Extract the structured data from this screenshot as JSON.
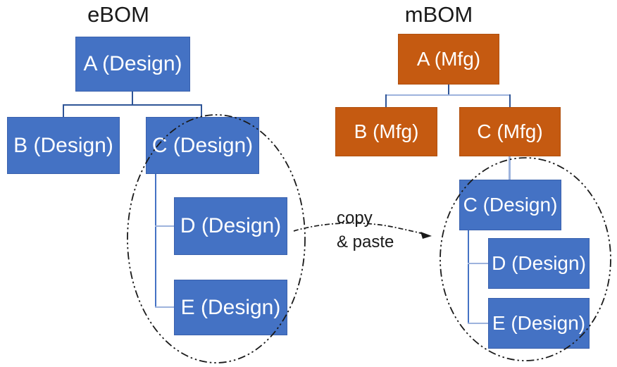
{
  "ebom": {
    "title": "eBOM",
    "nodes": {
      "a": "A (Design)",
      "b": "B (Design)",
      "c": "C (Design)",
      "d": "D (Design)",
      "e": "E (Design)"
    }
  },
  "mbom": {
    "title": "mBOM",
    "nodes": {
      "a": "A (Mfg)",
      "b": "B (Mfg)",
      "c": "C (Mfg)",
      "c_design": "C (Design)",
      "d": "D (Design)",
      "e": "E (Design)"
    }
  },
  "annotation": {
    "line1": "copy",
    "line2": "& paste"
  },
  "colors": {
    "design_fill": "#4472C4",
    "mfg_fill": "#C55A11",
    "connector_dark": "#2F5597",
    "connector_light": "#9DB3DD",
    "ellipse_stroke": "#1A1A1A",
    "node_text": "#FFFFFF",
    "title_text": "#1A1A1A"
  }
}
